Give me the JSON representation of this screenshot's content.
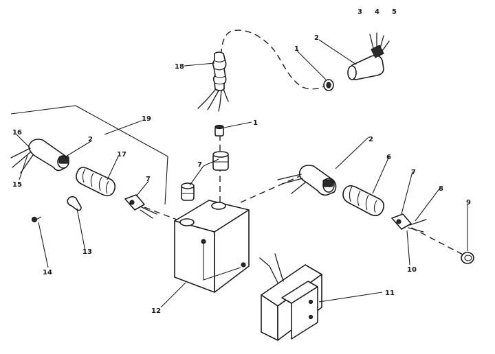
{
  "callouts": {
    "c1a": "1",
    "c1b": "1",
    "c2a": "2",
    "c2b": "2",
    "c2c": "2",
    "c3": "3",
    "c4": "4",
    "c5": "5",
    "c6": "6",
    "c7a": "7",
    "c7b": "7",
    "c7c": "7",
    "c8": "8",
    "c9": "9",
    "c10": "10",
    "c11": "11",
    "c12": "12",
    "c13": "13",
    "c14": "14",
    "c15": "15",
    "c16": "16",
    "c17": "17",
    "c18": "18",
    "c19": "19"
  }
}
